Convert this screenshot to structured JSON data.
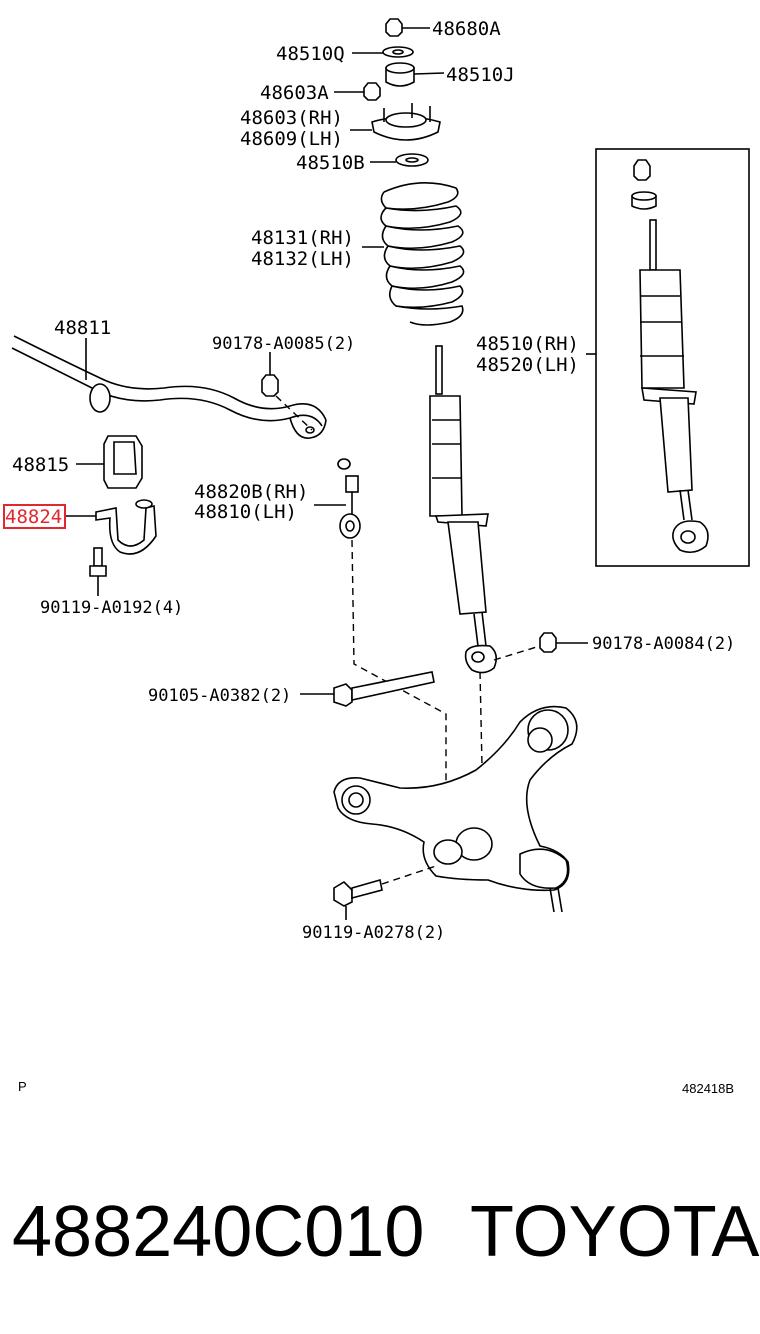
{
  "labels": {
    "l48680A": "48680A",
    "l48510Q": "48510Q",
    "l48510J": "48510J",
    "l48603A": "48603A",
    "l48603RH": "48603(RH)",
    "l48609LH": "48609(LH)",
    "l48510B": "48510B",
    "l48131RH": "48131(RH)",
    "l48132LH": "48132(LH)",
    "l48811": "48811",
    "l90178_A0085": "90178-A0085(2)",
    "l48815": "48815",
    "l48820BRH": "48820B(RH)",
    "l48810LH": "48810(LH)",
    "l48824": "48824",
    "l48510RH": "48510(RH)",
    "l48520LH": "48520(LH)",
    "l90119_A0192": "90119-A0192(4)",
    "l90178_A0084": "90178-A0084(2)",
    "l90105_A0382": "90105-A0382(2)",
    "l90119_A0278": "90119-A0278(2)"
  },
  "corner": {
    "left": "P",
    "right": "482418B"
  },
  "footer": {
    "part_number": "488240C010",
    "brand": "TOYOTA"
  },
  "colors": {
    "highlight": "#e0282e",
    "ink": "#000000"
  }
}
